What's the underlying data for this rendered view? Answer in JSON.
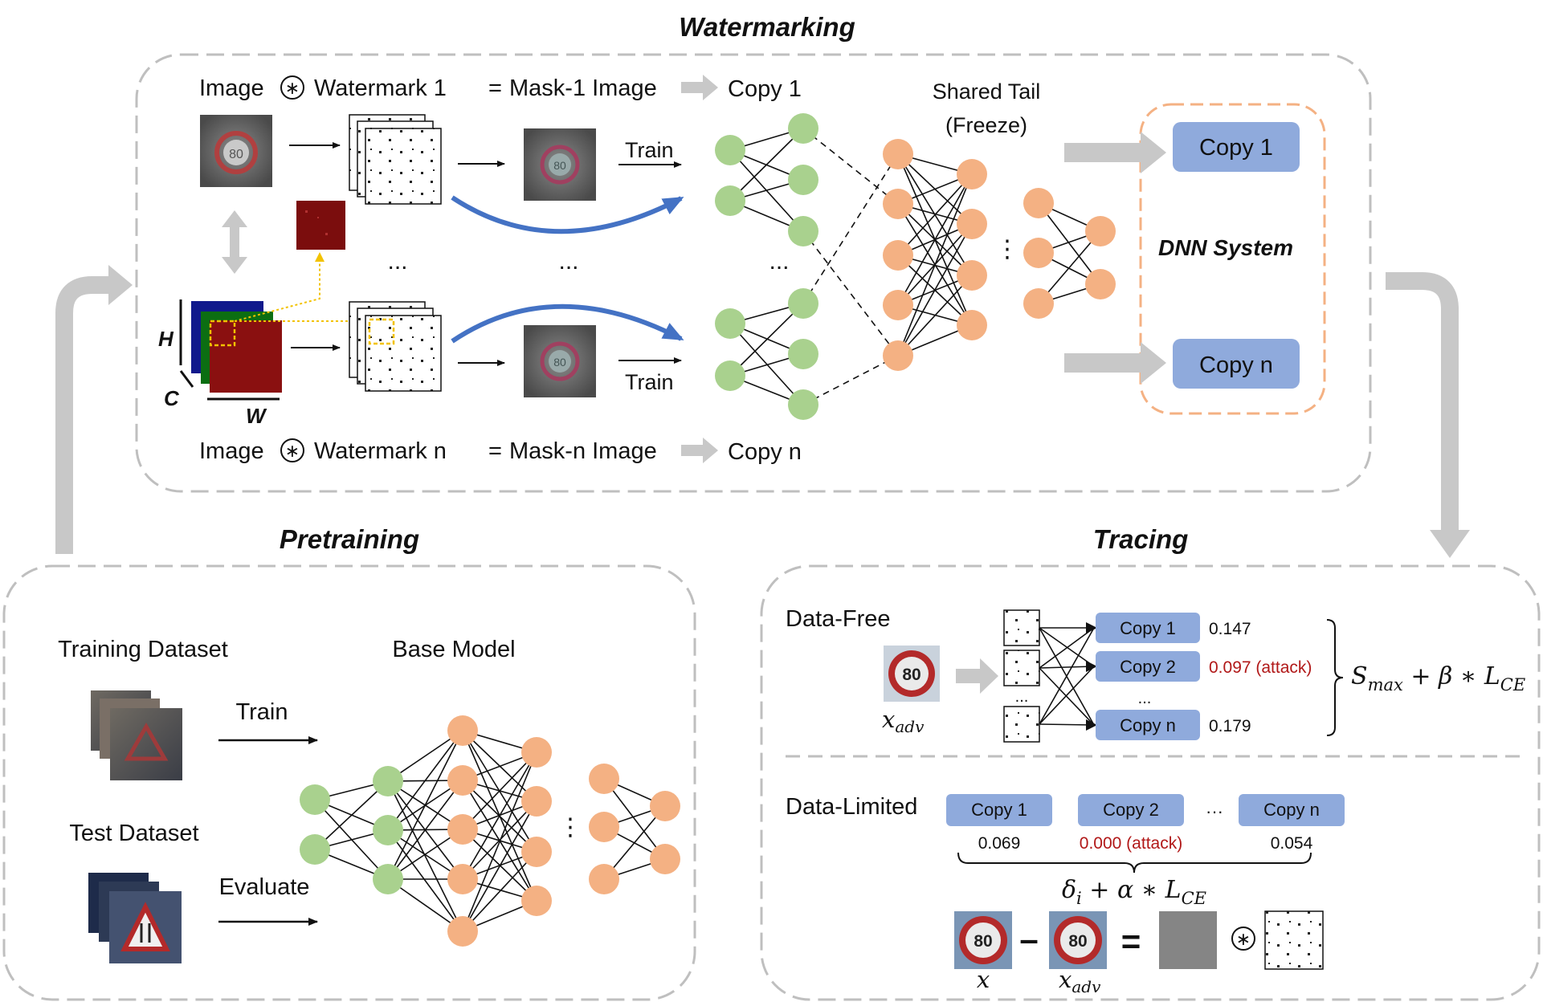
{
  "sections": {
    "watermarking": "Watermarking",
    "pretraining": "Pretraining",
    "tracing": "Tracing"
  },
  "watermarking": {
    "row1": {
      "image": "Image",
      "op": "⊛",
      "watermark": "Watermark 1",
      "eq": "=",
      "mask": "Mask-1 Image",
      "copy": "Copy 1"
    },
    "rown": {
      "image": "Image",
      "op": "⊛",
      "watermark": "Watermark n",
      "eq": "=",
      "mask": "Mask-n Image",
      "copy": "Copy n"
    },
    "train_top": "Train",
    "train_bottom": "Train",
    "ellipsis": "...",
    "dim_h": "H",
    "dim_c": "C",
    "dim_w": "W",
    "shared_tail_line1": "Shared Tail",
    "shared_tail_line2": "(Freeze)",
    "dnn_system": "DNN System",
    "system_copy_1": "Copy 1",
    "system_copy_n": "Copy n"
  },
  "pretraining": {
    "training_dataset": "Training Dataset",
    "test_dataset": "Test Dataset",
    "train": "Train",
    "evaluate": "Evaluate",
    "base_model": "Base Model"
  },
  "tracing": {
    "data_free": {
      "label": "Data-Free",
      "x_adv": "x",
      "x_adv_sub": "adv",
      "copies": [
        {
          "label": "Copy 1",
          "score": "0.147",
          "attack": false
        },
        {
          "label": "Copy 2",
          "score": "0.097  (attack)",
          "attack": true
        },
        {
          "label": "Copy n",
          "score": "0.179",
          "attack": false
        }
      ],
      "ellipsis": "...",
      "formula": {
        "s": "S",
        "s_sub": "max",
        "mid": " + β ∗ L",
        "l_sub": "CE"
      }
    },
    "data_limited": {
      "label": "Data-Limited",
      "copies": [
        {
          "label": "Copy 1",
          "score": "0.069",
          "attack": false
        },
        {
          "label": "Copy 2",
          "score": "0.000 (attack)",
          "attack": true
        },
        {
          "label": "Copy n",
          "score": "0.054",
          "attack": false
        }
      ],
      "ellipsis": "···",
      "formula": {
        "d": "δ",
        "d_sub": "i",
        "mid": " + α ∗ L",
        "l_sub": "CE"
      },
      "x": "x",
      "x_adv": "x",
      "x_adv_sub": "adv",
      "minus": "–",
      "equals": "=",
      "op": "⊛",
      "sign_text": "80"
    }
  },
  "colors": {
    "green_node": "#a9d18e",
    "orange_node": "#f4b183",
    "copy_box": "#8faadc",
    "dashed_border": "#bfbfbf",
    "orange_dashed": "#f4b183",
    "gray_arrow": "#c8c8c8",
    "blue_arrow": "#4472c4",
    "attack_red": "#b11818"
  }
}
